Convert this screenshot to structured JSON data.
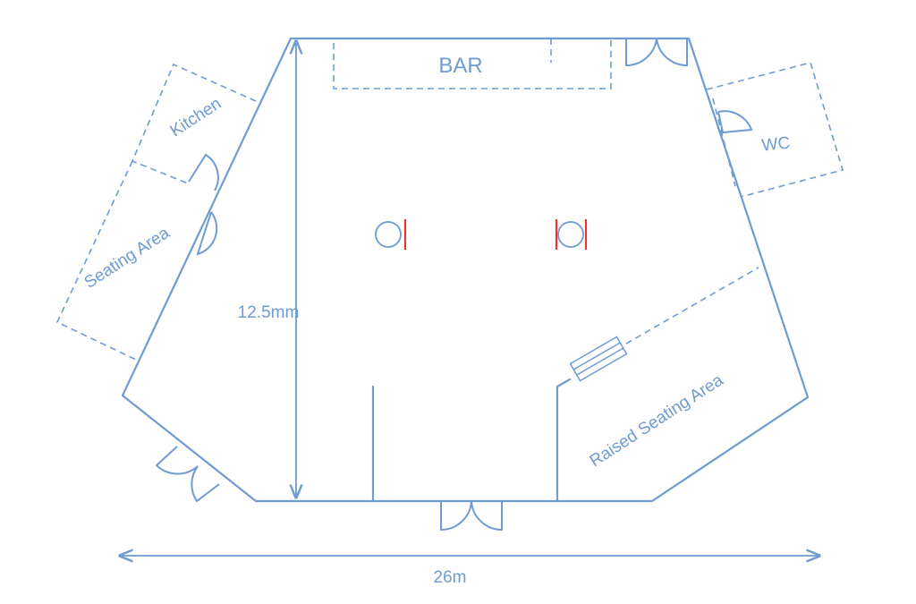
{
  "floorplan": {
    "labels": {
      "bar": "BAR",
      "kitchen": "Kitchen",
      "seating_area": "Seating Area",
      "wc": "WC",
      "raised_seating_area": "Raised Seating Area",
      "height_dimension": "12.5mm",
      "width_dimension": "26m"
    }
  },
  "colors": {
    "line": "#6e9bd1",
    "text": "#6e9bd1",
    "accent": "#e8362f",
    "background": "#ffffff"
  }
}
